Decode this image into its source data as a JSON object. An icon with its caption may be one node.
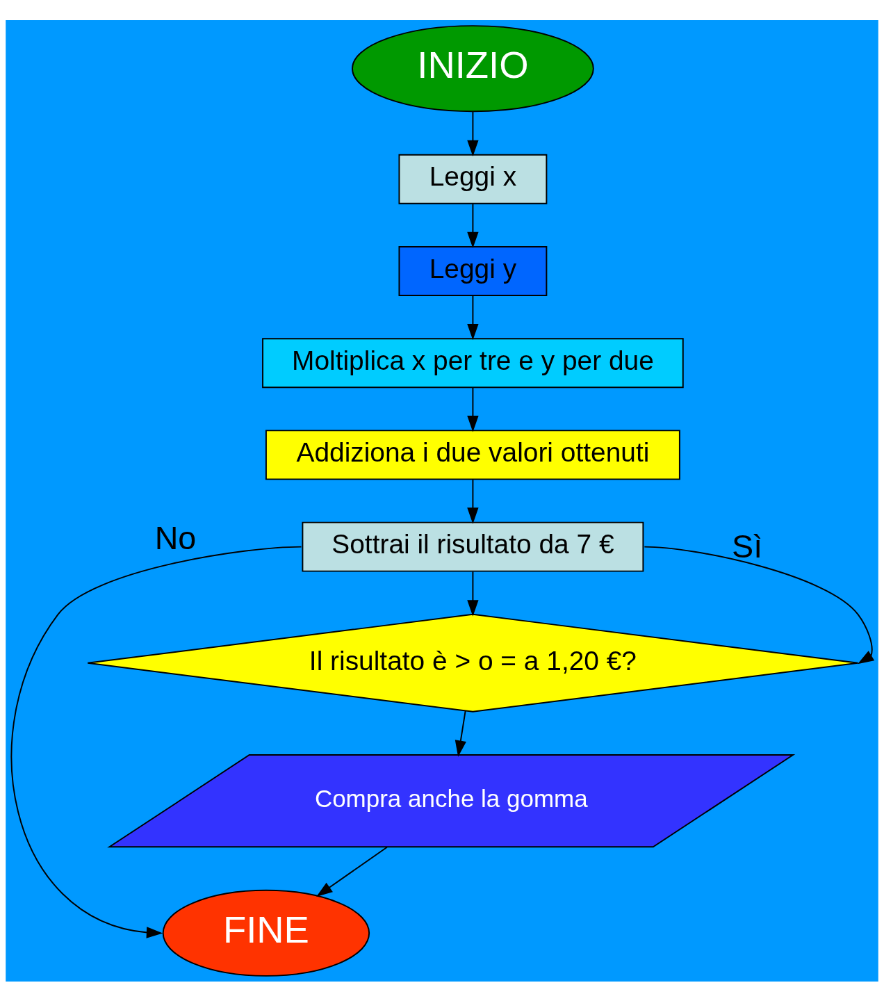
{
  "diagram": {
    "nodes": [
      {
        "text": [
          "INIZIO"
        ]
      },
      {
        "text": [
          "Leggi x"
        ]
      },
      {
        "text": [
          "Leggi y"
        ]
      },
      {
        "text": [
          "Moltiplica x per tre e y per due"
        ]
      },
      {
        "text": [
          "Addiziona i due valori ottenuti"
        ]
      },
      {
        "text": [
          "Sottrai il risultato da 7 €"
        ]
      },
      {
        "text": [
          "Il risultato è > o = a 1,20 €?"
        ]
      },
      {
        "text": [
          "Compra anche la gomma"
        ]
      },
      {
        "text": [
          "FINE"
        ]
      }
    ],
    "edges": [
      {
        "from": 0,
        "to": 1,
        "arrow": "to"
      },
      {
        "from": 1,
        "to": 2,
        "arrow": "to"
      },
      {
        "from": 2,
        "to": 3,
        "arrow": "to"
      },
      {
        "from": 3,
        "to": 4,
        "arrow": "to"
      },
      {
        "from": 4,
        "to": 5,
        "arrow": "to"
      },
      {
        "from": 5,
        "to": 6,
        "arrow": "to"
      },
      {
        "from": 5,
        "to": 6,
        "arrow": "to",
        "label": "Sì"
      },
      {
        "from": 5,
        "to": 8,
        "arrow": "to",
        "label": "No"
      },
      {
        "from": 6,
        "to": 7,
        "arrow": "to"
      },
      {
        "from": 7,
        "to": 8,
        "arrow": "to"
      }
    ]
  }
}
